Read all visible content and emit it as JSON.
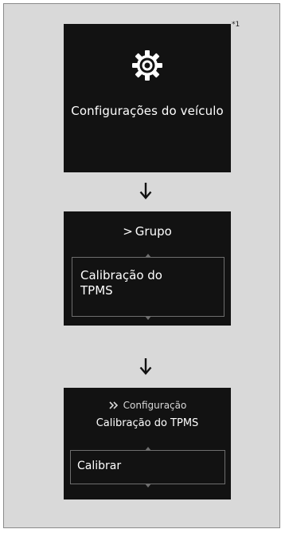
{
  "footnote": "*1",
  "screen1": {
    "icon": "gear-icon",
    "title": "Configurações do veículo"
  },
  "screen2": {
    "header_chevron": ">",
    "header": "Grupo",
    "item": "Calibração do TPMS"
  },
  "screen3": {
    "header_icon": "double-chevron-icon",
    "header": "Configuração",
    "subtitle": "Calibração do TPMS",
    "item": "Calibrar"
  }
}
